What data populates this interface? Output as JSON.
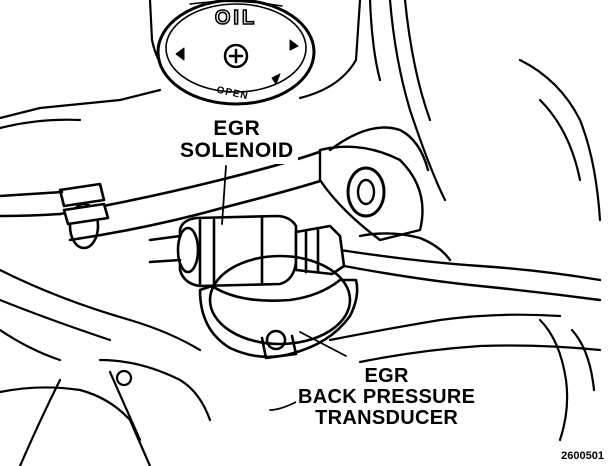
{
  "figure": {
    "oil_cap_text": "OIL",
    "oil_cap_open_text": "OPEN",
    "labels": {
      "egr_solenoid": [
        "EGR",
        "SOLENOID"
      ],
      "egr_back_pressure_transducer": [
        "EGR",
        "BACK PRESSURE",
        "TRANSDUCER"
      ]
    },
    "reference_number": "2600501"
  },
  "colors": {
    "ink": "#000000",
    "paper": "#ffffff"
  }
}
